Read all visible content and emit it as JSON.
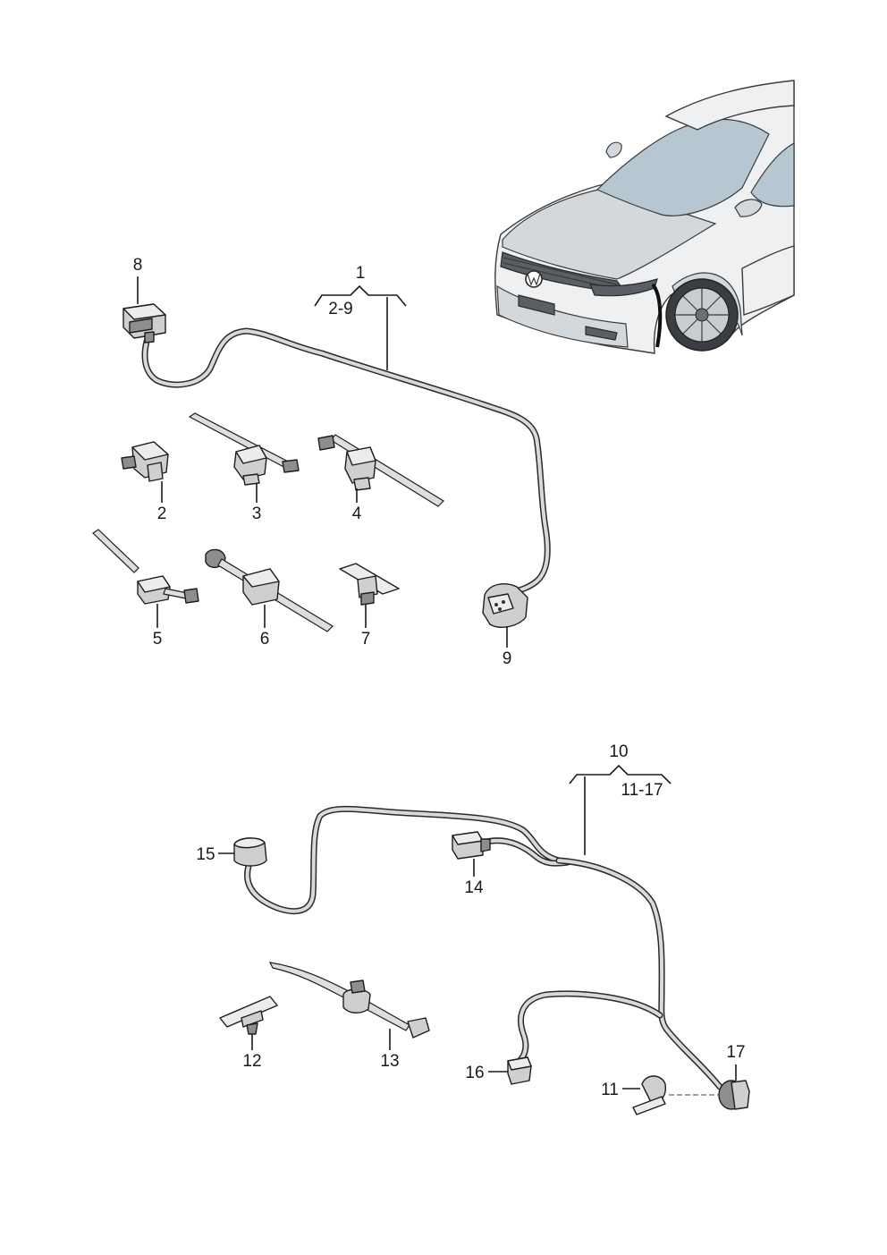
{
  "labels": {
    "l1": "1",
    "l2_9": "2-9",
    "l2": "2",
    "l3": "3",
    "l4": "4",
    "l5": "5",
    "l6": "6",
    "l7": "7",
    "l8": "8",
    "l9": "9",
    "l10": "10",
    "l11_17": "11-17",
    "l11": "11",
    "l12": "12",
    "l13": "13",
    "l14": "14",
    "l15": "15",
    "l16": "16",
    "l17": "17"
  }
}
